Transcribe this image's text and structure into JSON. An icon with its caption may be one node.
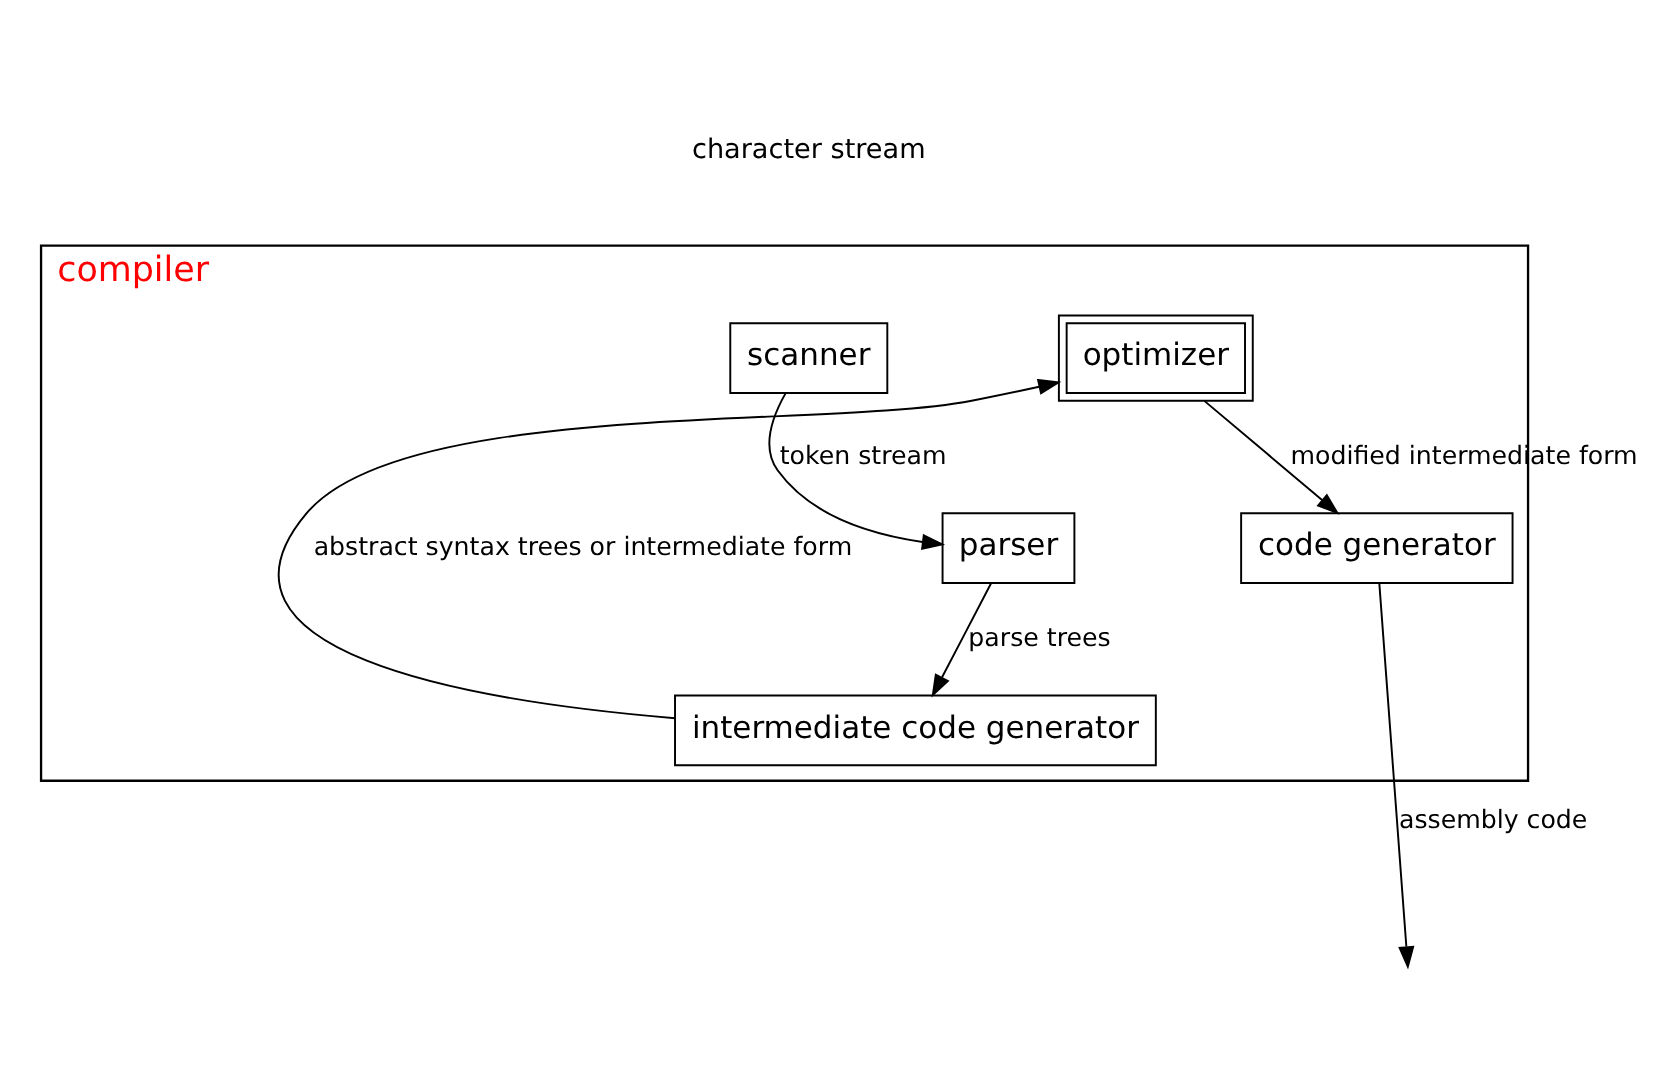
{
  "diagram": {
    "nodes": [
      {
        "text": [
          "compiler"
        ]
      },
      {
        "text": [
          "scanner"
        ],
        "in": 0
      },
      {
        "text": [
          "parser"
        ],
        "in": 0
      },
      {
        "text": [
          "intermediate code generator"
        ],
        "in": 0
      },
      {
        "text": [
          "optimizer"
        ],
        "in": 0
      },
      {
        "text": [
          "code generator"
        ],
        "in": 0
      }
    ],
    "edges": [
      {
        "from": 1,
        "to": 2,
        "arrow": "to",
        "label": "token stream"
      },
      {
        "from": 2,
        "to": 3,
        "arrow": "to",
        "label": "parse trees"
      },
      {
        "from": 3,
        "to": 4,
        "arrow": "to",
        "label": "abstract syntax trees or intermediate form"
      },
      {
        "from": 4,
        "to": 5,
        "arrow": "to",
        "label": "modified intermediate form"
      },
      {
        "from": 5,
        "to": null,
        "arrow": "to",
        "label": "assembly code"
      }
    ],
    "labels": [
      "character stream"
    ]
  }
}
